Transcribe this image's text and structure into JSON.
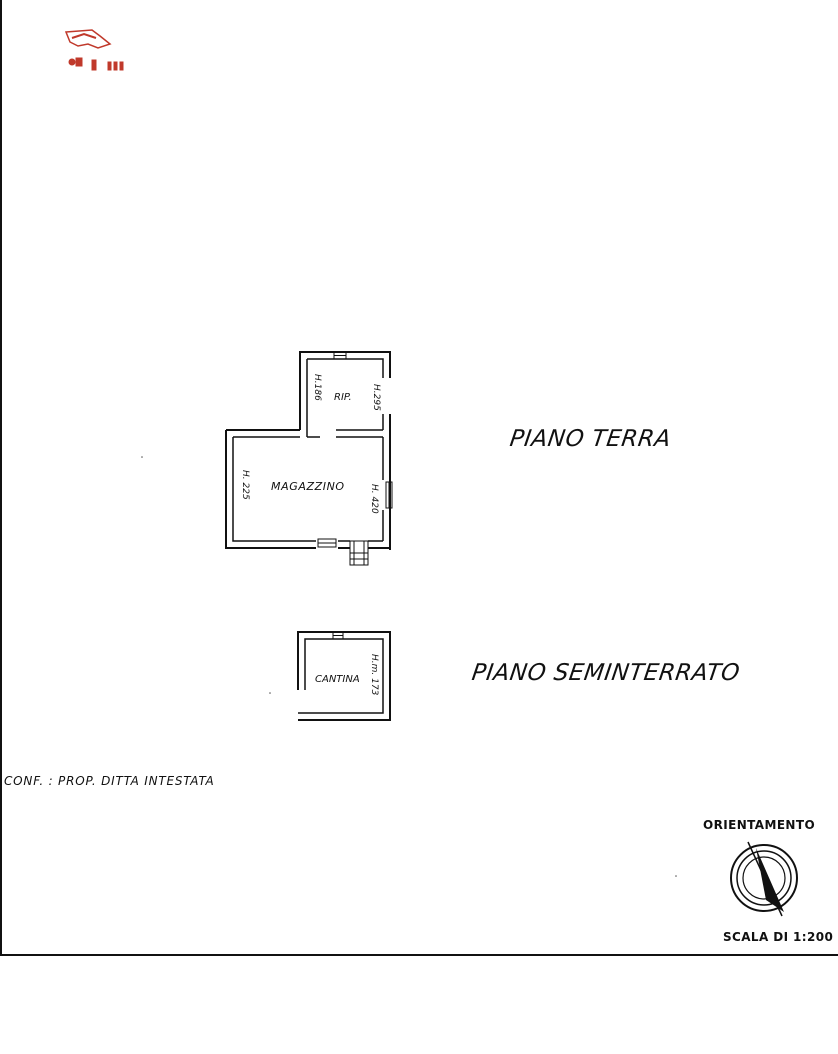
{
  "floors": {
    "ground": {
      "title": "PIANO TERRA",
      "rooms": {
        "rip": "RIP.",
        "magazzino": "MAGAZZINO"
      },
      "heights": {
        "rip_left": "H.186",
        "rip_right": "H.295",
        "magazzino_left": "H. 225",
        "magazzino_right": "H. 420"
      }
    },
    "basement": {
      "title": "PIANO SEMINTERRATO",
      "rooms": {
        "cantina": "CANTINA"
      },
      "heights": {
        "cantina": "H.m. 173"
      }
    }
  },
  "notes": {
    "confini": "CONF. : PROP. DITTA INTESTATA"
  },
  "orientation": {
    "label": "ORIENTAMENTO",
    "icon": "north-arrow-icon"
  },
  "scale": {
    "label": "SCALA DI 1:200"
  },
  "logo": {
    "icon": "agency-logo-icon",
    "color": "#c0392b"
  }
}
